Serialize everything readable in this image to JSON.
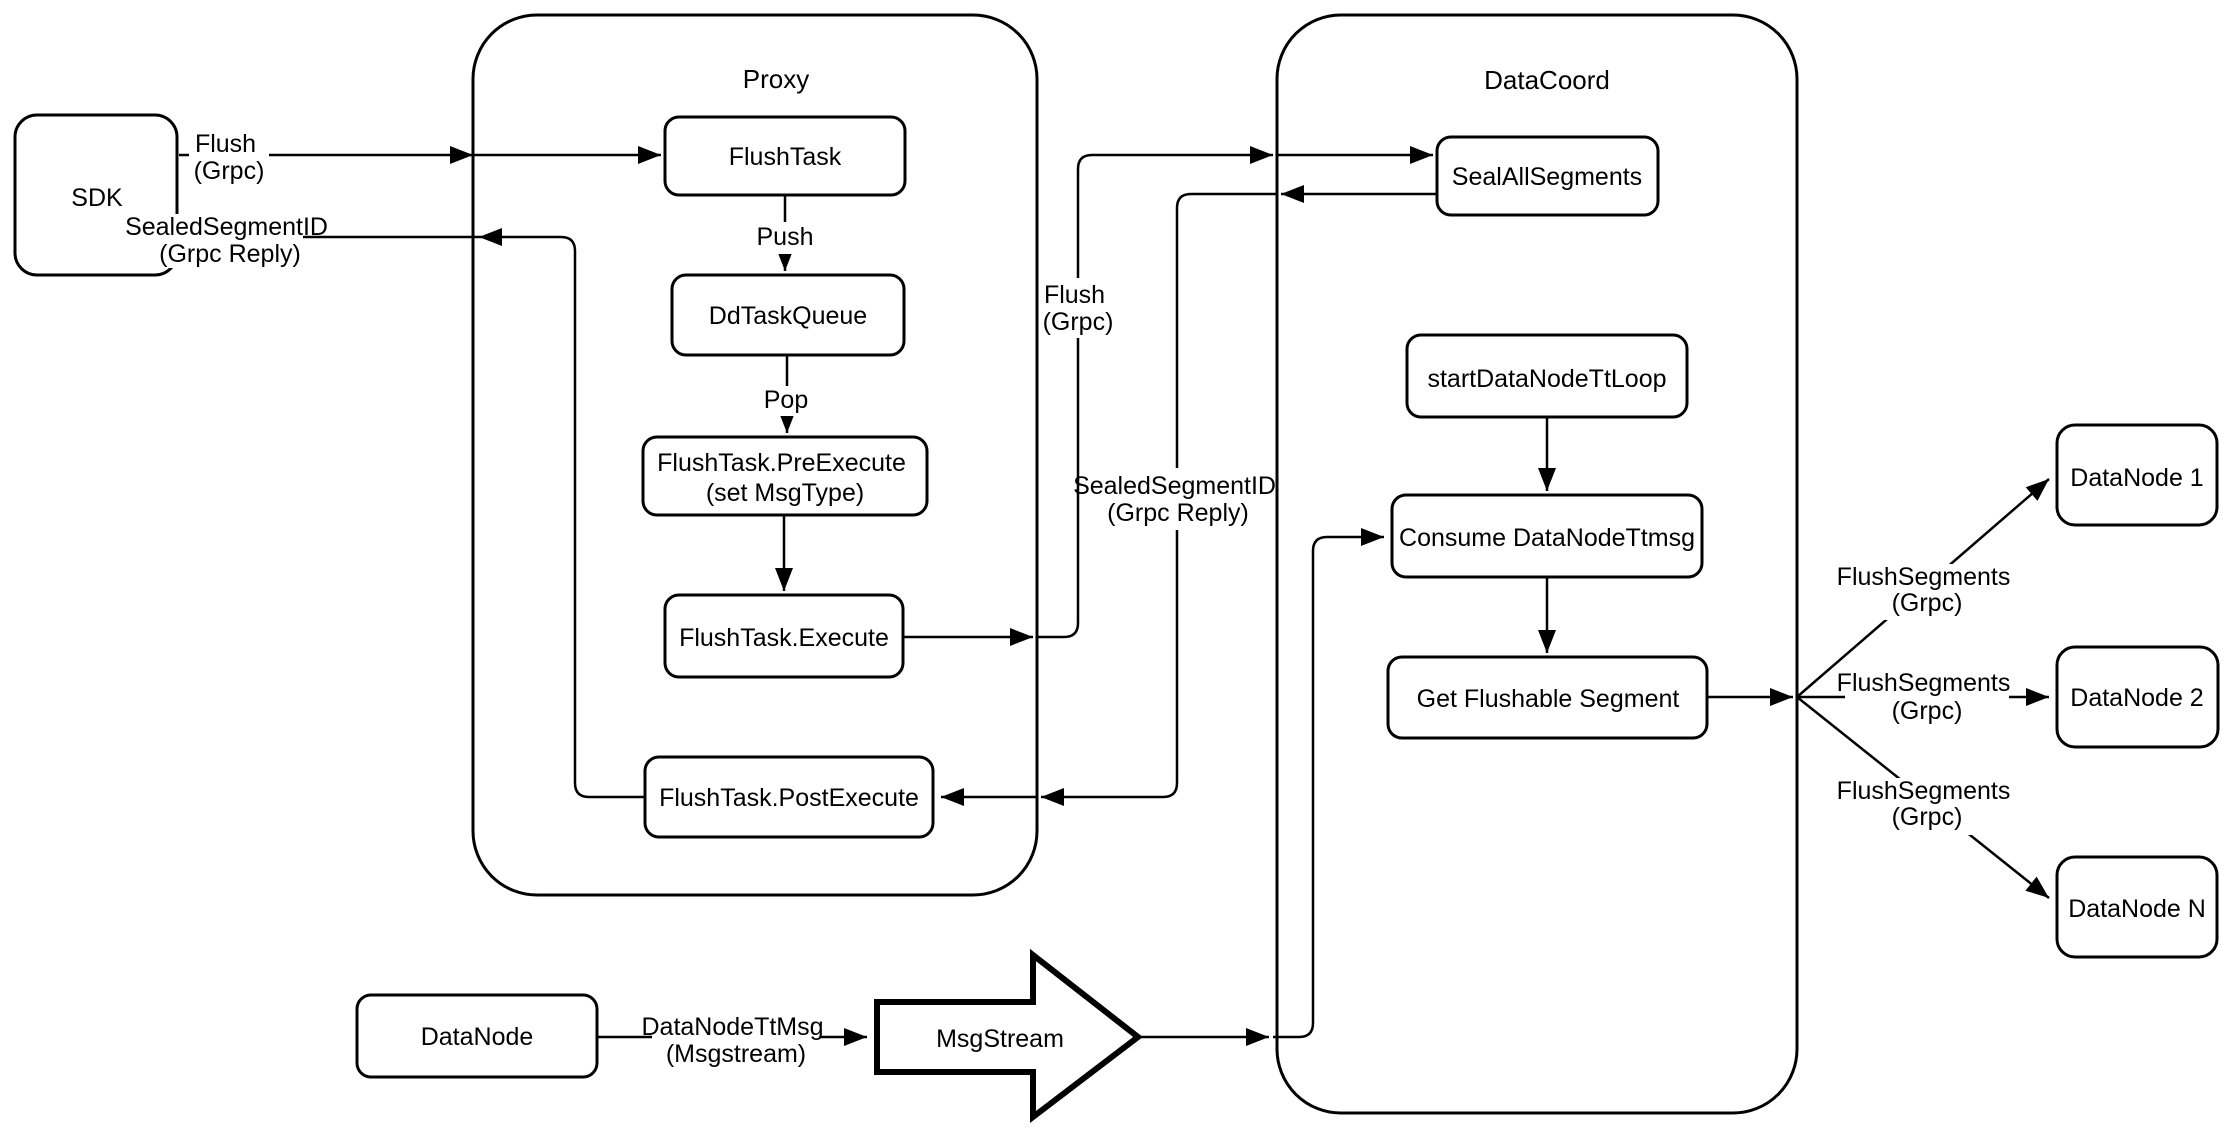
{
  "containers": {
    "proxy": {
      "label": "Proxy"
    },
    "datacoord": {
      "label": "DataCoord"
    }
  },
  "nodes": {
    "sdk": {
      "label": "SDK"
    },
    "flush_task": {
      "label": "FlushTask"
    },
    "dd_task_queue": {
      "label": "DdTaskQueue"
    },
    "pre_execute": {
      "lines": [
        "FlushTask.PreExecute",
        "(set MsgType)"
      ]
    },
    "execute": {
      "label": "FlushTask.Execute"
    },
    "post_execute": {
      "label": "FlushTask.PostExecute"
    },
    "seal_all_segments": {
      "label": "SealAllSegments"
    },
    "start_tt_loop": {
      "label": "startDataNodeTtLoop"
    },
    "consume_ttmsg": {
      "label": "Consume DataNodeTtmsg"
    },
    "get_flushable": {
      "label": "Get Flushable Segment"
    },
    "datanode_1": {
      "label": "DataNode 1"
    },
    "datanode_2": {
      "label": "DataNode 2"
    },
    "datanode_n": {
      "label": "DataNode N"
    },
    "datanode": {
      "label": "DataNode"
    },
    "msgstream": {
      "label": "MsgStream"
    }
  },
  "edge_labels": {
    "flush_sdk": {
      "lines": [
        "Flush",
        "(Grpc)"
      ]
    },
    "sealed_sdk": {
      "lines": [
        "SealedSegmentID",
        "(Grpc Reply)"
      ]
    },
    "push": {
      "label": "Push"
    },
    "pop": {
      "label": "Pop"
    },
    "flush_grpc": {
      "lines": [
        "Flush",
        "(Grpc)"
      ]
    },
    "sealed_reply": {
      "lines": [
        "SealedSegmentID",
        "(Grpc Reply)"
      ]
    },
    "flush_segments_1": {
      "lines": [
        "FlushSegments",
        "(Grpc)"
      ]
    },
    "flush_segments_2": {
      "lines": [
        "FlushSegments",
        "(Grpc)"
      ]
    },
    "flush_segments_3": {
      "lines": [
        "FlushSegments",
        "(Grpc)"
      ]
    },
    "datanode_ttmsg": {
      "lines": [
        "DataNodeTtMsg",
        "(Msgstream)"
      ]
    }
  },
  "colors": {
    "stroke": "#000000",
    "node_fill": "#ffffff",
    "background": "#ffffff"
  }
}
